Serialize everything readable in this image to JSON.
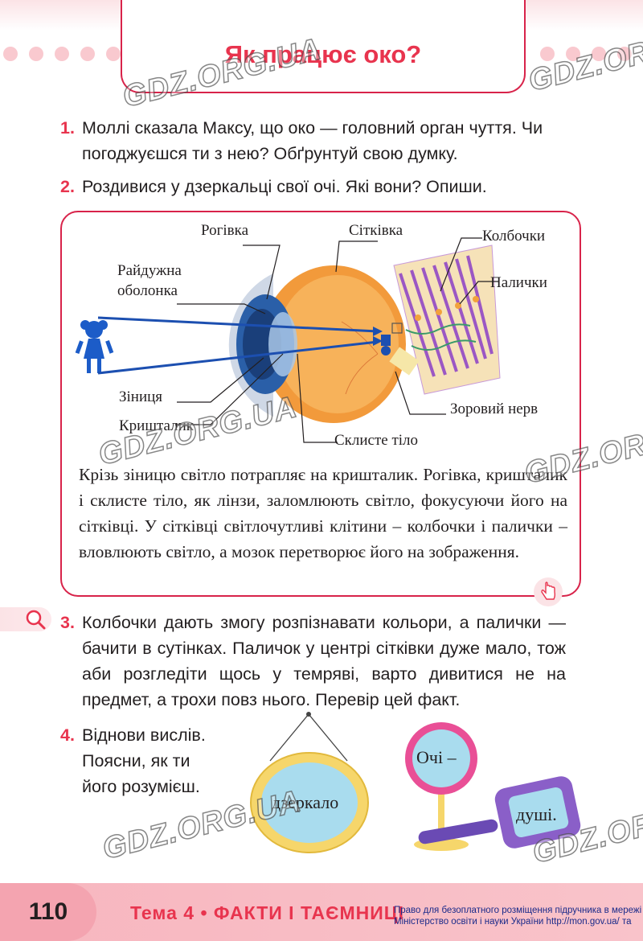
{
  "title": "Як працює око?",
  "tasks": [
    {
      "num": "1.",
      "text": "Моллі сказала Максу, що око — головний орган чуття. Чи погоджуєшся ти з нею? Обґрунтуй свою думку."
    },
    {
      "num": "2.",
      "text": "Роздивися у дзеркальці свої очі. Які вони? Опиши."
    },
    {
      "num": "3.",
      "text": "Колбочки дають змогу розпізнавати кольори, а палички — бачити в сутінках. Паличок у центрі сітківки дуже мало, тож аби розгледіти щось у темряві, варто дивитися не на предмет, а трохи повз нього. Перевір цей факт."
    },
    {
      "num": "4.",
      "text": "Віднови вислів. Поясни, як ти його розумієш."
    }
  ],
  "eye_labels": {
    "cornea": "Рогівка",
    "retina": "Сітківка",
    "cones": "Колбочки",
    "iris_line1": "Райдужна",
    "iris_line2": "оболонка",
    "rods": "Палички",
    "pupil": "Зіниця",
    "lens": "Кришталик",
    "optic_nerve": "Зоровий нерв",
    "vitreous": "Склисте тіло"
  },
  "caption": "Крізь зіницю світло потрапляє на кришталик. Рогівка, кришталик і склисте тіло, як лінзи, заломлюють світло, фокусуючи його на сітківці. У сітківці світлочутливі клітини – колбочки і палички – вловлюють світло, а мозок перетворює його на зображення.",
  "saying": {
    "mirror_word": "дзеркало",
    "eyes_word": "Очі –",
    "soul_word": "душі."
  },
  "footer": {
    "page_number": "110",
    "theme": "Тема 4 • ФАКТИ І ТАЄМНИЦІ",
    "rights_line1": "Право для безоплатного розміщення підручника в мережі",
    "rights_line2": "Міністерство освіти і науки України http://mon.gov.ua/ та"
  },
  "watermark": "GDZ.ORG.UA",
  "colors": {
    "accent": "#e8344e",
    "border": "#d8234a",
    "footer_bg": "#f7b6bf",
    "arrow_blue": "#1c4fb0",
    "eye_orange": "#f29a3b",
    "mirror_frame": "#f6d66b",
    "mirror_glass": "#a9dcee",
    "hand_mirror": "#8a5fc8"
  },
  "icons": [
    "search-icon",
    "hand-pointer-icon",
    "girl-figure-icon"
  ]
}
